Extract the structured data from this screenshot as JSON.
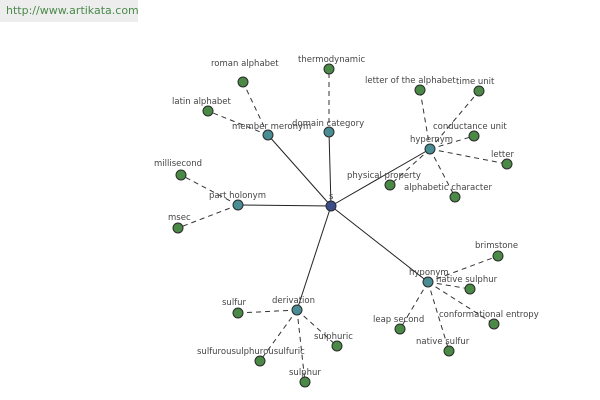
{
  "header": {
    "url": "http://www.artikata.com"
  },
  "colors": {
    "center": "#3c4c8a",
    "relation": "#4a8c94",
    "term": "#4a8a46",
    "background": "#ffffff"
  },
  "graph": {
    "center": {
      "id": "center",
      "label": "s"
    },
    "relations": [
      {
        "id": "member-meronym",
        "label": "member meronym"
      },
      {
        "id": "domain-category",
        "label": "domain category"
      },
      {
        "id": "hypernym",
        "label": "hypernym"
      },
      {
        "id": "part-holonym",
        "label": "part holonym"
      },
      {
        "id": "hyponym",
        "label": "hyponym"
      },
      {
        "id": "derivation",
        "label": "derivation"
      }
    ],
    "terms": [
      {
        "id": "roman-alphabet",
        "label": "roman alphabet",
        "relation": "member-meronym"
      },
      {
        "id": "latin-alphabet",
        "label": "latin alphabet",
        "relation": "member-meronym"
      },
      {
        "id": "thermodynamic",
        "label": "thermodynamic",
        "relation": "domain-category"
      },
      {
        "id": "letter-of-the-alphabet",
        "label": "letter of the alphabet",
        "relation": "hypernym"
      },
      {
        "id": "time-unit",
        "label": "time unit",
        "relation": "hypernym"
      },
      {
        "id": "conductance-unit",
        "label": "conductance unit",
        "relation": "hypernym"
      },
      {
        "id": "letter",
        "label": "letter",
        "relation": "hypernym"
      },
      {
        "id": "physical-property",
        "label": "physical property",
        "relation": "hypernym"
      },
      {
        "id": "alphabetic-character",
        "label": "alphabetic character",
        "relation": "hypernym"
      },
      {
        "id": "millisecond",
        "label": "millisecond",
        "relation": "part-holonym"
      },
      {
        "id": "msec",
        "label": "msec",
        "relation": "part-holonym"
      },
      {
        "id": "brimstone",
        "label": "brimstone",
        "relation": "hyponym"
      },
      {
        "id": "native-sulphur",
        "label": "native sulphur",
        "relation": "hyponym"
      },
      {
        "id": "conformational-entropy",
        "label": "conformational entropy",
        "relation": "hyponym"
      },
      {
        "id": "leap-second",
        "label": "leap second",
        "relation": "hyponym"
      },
      {
        "id": "native-sulfur",
        "label": "native sulfur",
        "relation": "hyponym"
      },
      {
        "id": "sulfur",
        "label": "sulfur",
        "relation": "derivation"
      },
      {
        "id": "sulphuric",
        "label": "sulphuric",
        "relation": "derivation"
      },
      {
        "id": "sulfurousulphurousulfuric",
        "label": "sulfurousulphurousulfuric",
        "relation": "derivation"
      },
      {
        "id": "sulphur",
        "label": "sulphur",
        "relation": "derivation"
      }
    ]
  }
}
